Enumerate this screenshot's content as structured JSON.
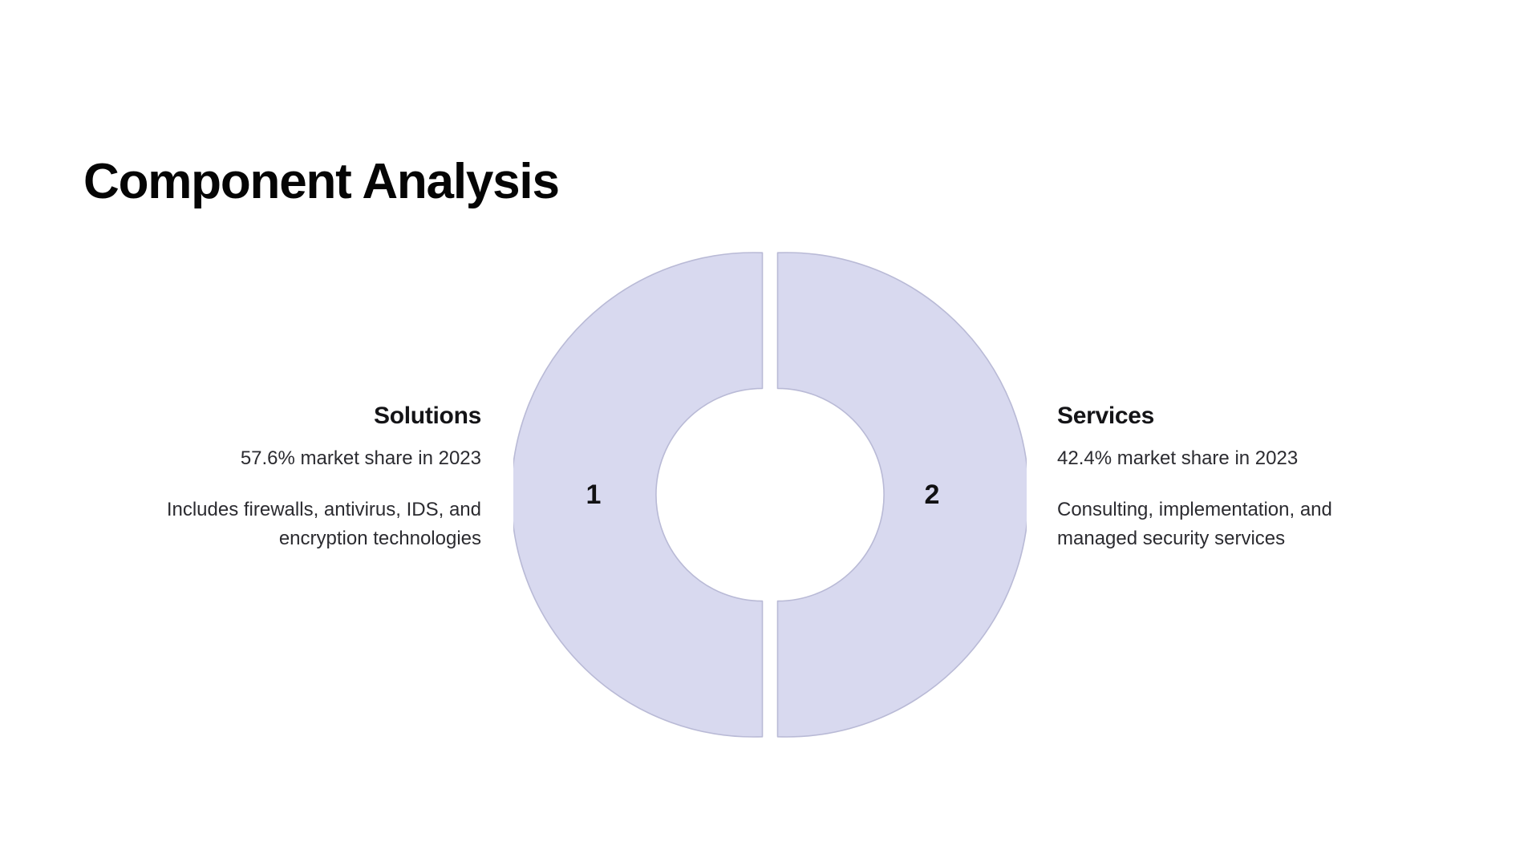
{
  "slide": {
    "title": "Component Analysis",
    "background_color": "#ffffff"
  },
  "palette": {
    "segment_fill": "#D8D9EF",
    "segment_stroke": "#B9BAD6",
    "title_color": "#050505",
    "body_text_color": "#2b2b30"
  },
  "left": {
    "number": "1",
    "label": "Solutions",
    "stat": "57.6% market share in 2023",
    "description": "Includes firewalls, antivirus, IDS, and encryption technologies"
  },
  "right": {
    "number": "2",
    "label": "Services",
    "stat": "42.4% market share in 2023",
    "description": "Consulting, implementation, and managed security services"
  },
  "chart_data": {
    "type": "pie",
    "title": "Component Analysis",
    "subtype": "donut",
    "labels": [
      "Solutions",
      "Services"
    ],
    "values": [
      57.6,
      42.4
    ],
    "value_unit": "% market share",
    "value_year": "2023",
    "slice_numbers": [
      "1",
      "2"
    ],
    "slice_colors": [
      "#D8D9EF",
      "#D8D9EF"
    ],
    "rendered_equal_halves": true,
    "inner_radius_ratio": 0.4,
    "gap_degrees": 1.6,
    "corner_radius": 14,
    "legend": "none",
    "grid": false,
    "annotations": [
      "Solutions — 57.6% market share in 2023 — Includes firewalls, antivirus, IDS, and encryption technologies",
      "Services — 42.4% market share in 2023 — Consulting, implementation, and managed security services"
    ]
  }
}
